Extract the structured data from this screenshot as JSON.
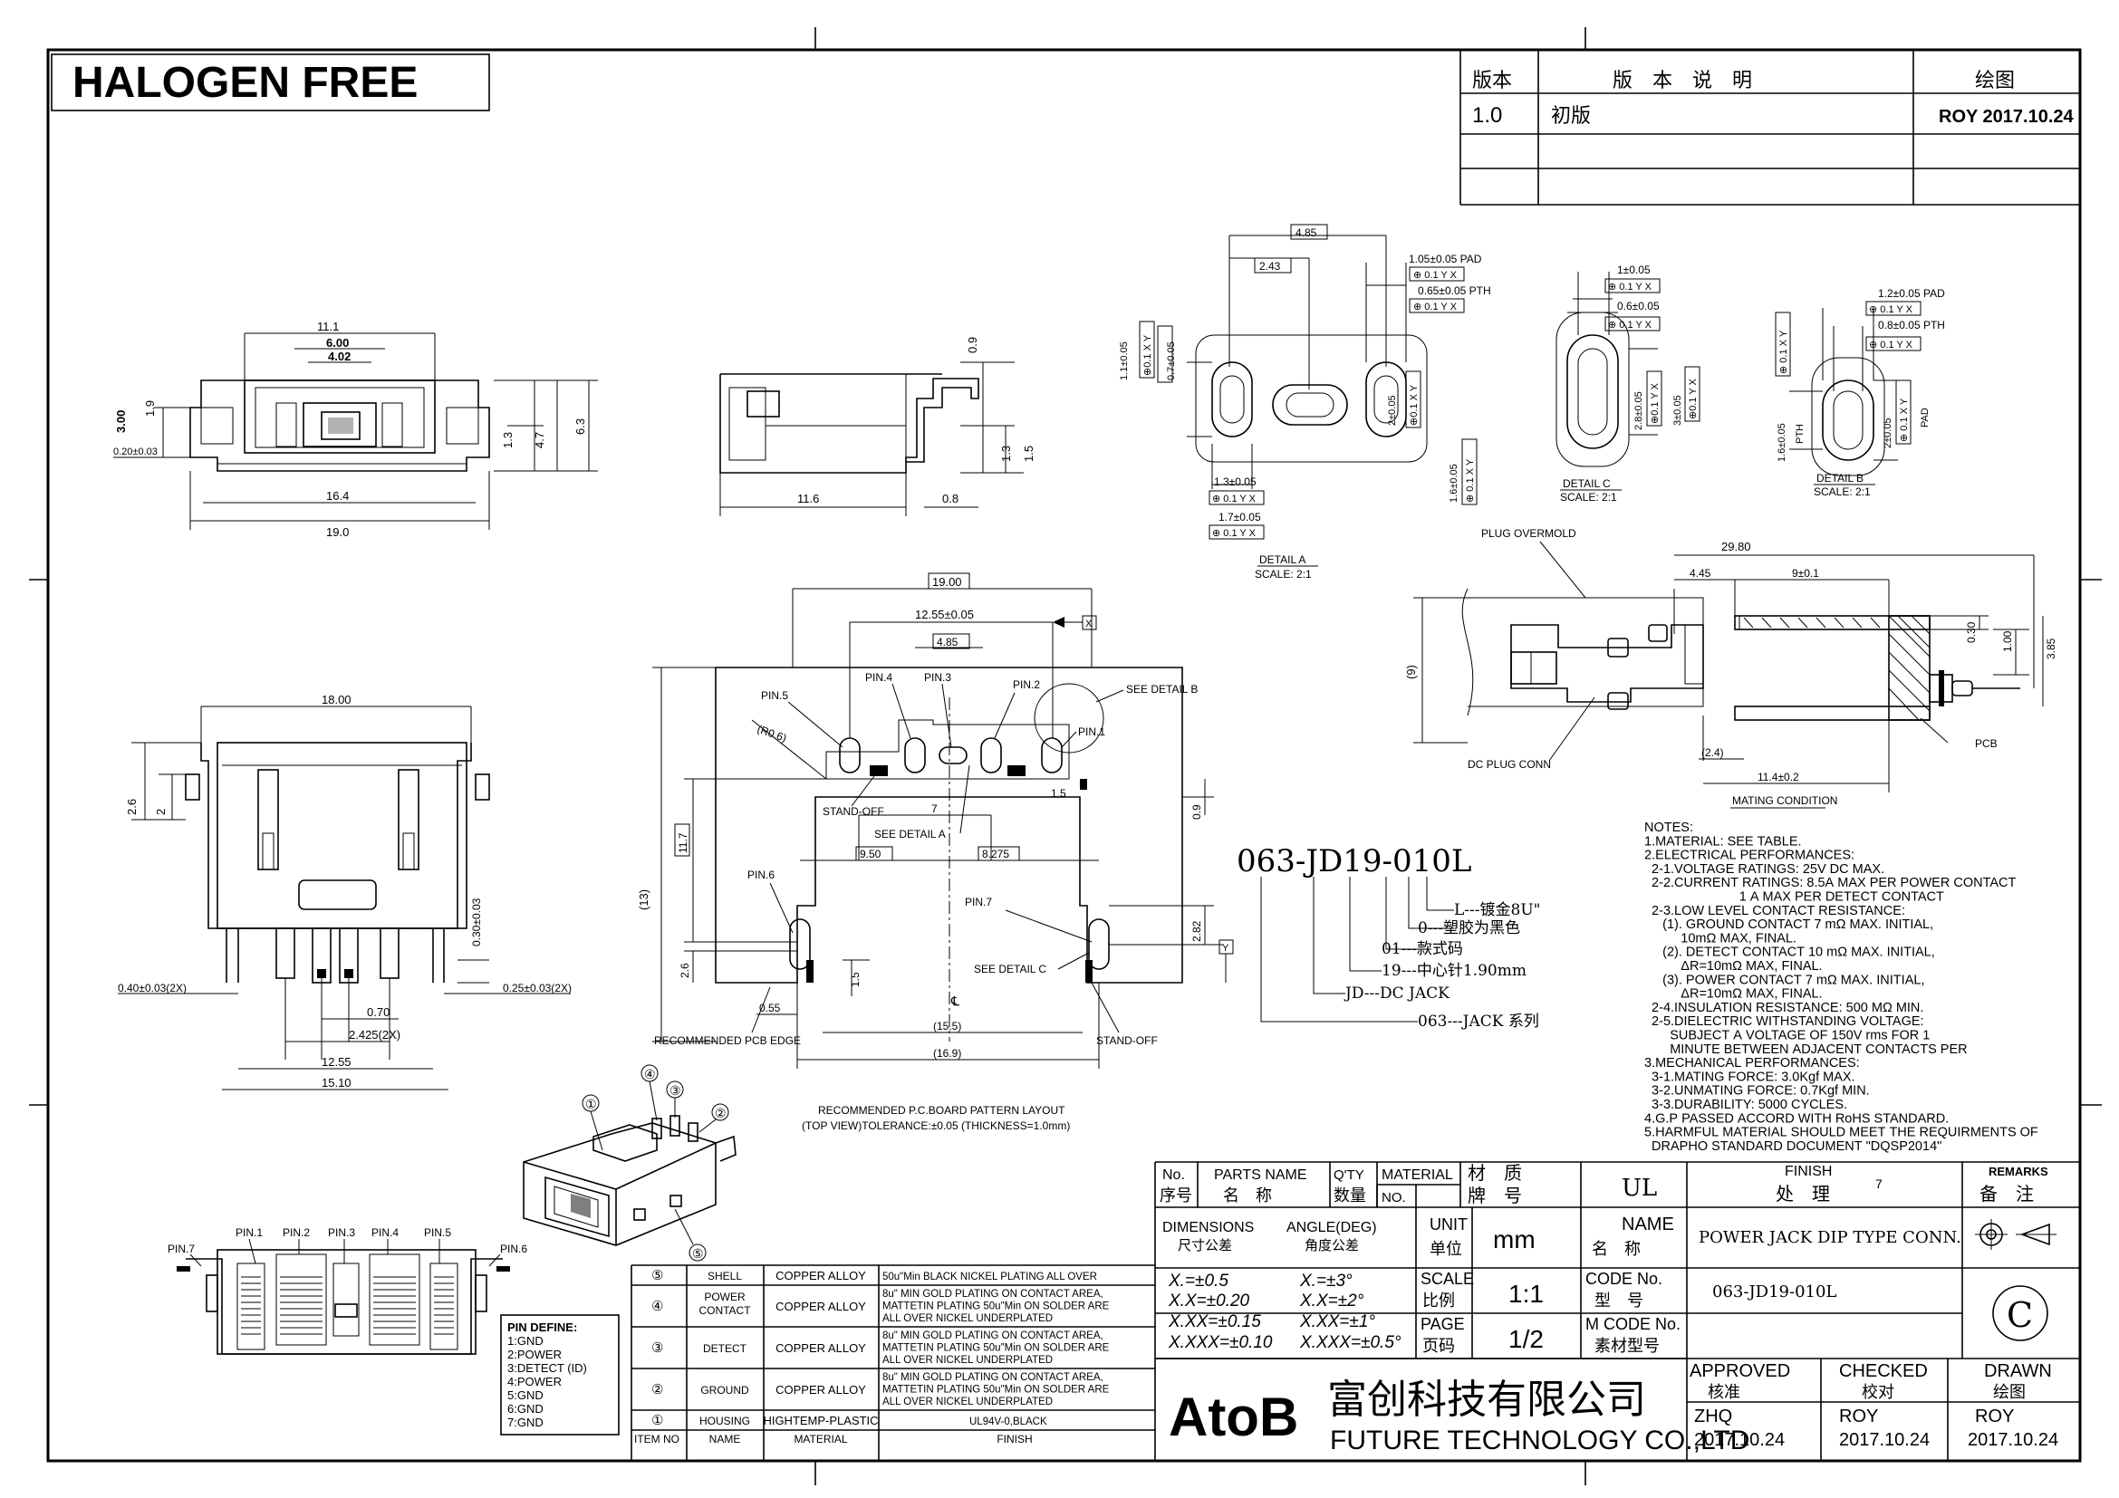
{
  "header": {
    "halogen": "HALOGEN FREE",
    "rev_table": {
      "col_ver": "版本",
      "col_desc": "版　本　说　明",
      "col_drawn": "绘图",
      "ver": "1.0",
      "desc": "初版",
      "drawn": "ROY 2017.10.24"
    }
  },
  "front": {
    "d_11_1": "11.1",
    "d_6_00": "6.00",
    "d_4_02": "4.02",
    "d_3_00": "3.00",
    "d_1_9": "1.9",
    "d_0_20": "0.20±0.03",
    "d_1_3": "1.3",
    "d_4_7": "4.7",
    "d_6_3": "6.3",
    "d_16_4": "16.4",
    "d_19_0": "19.0"
  },
  "side": {
    "d_0_9": "0.9",
    "d_1_3": "1.3",
    "d_1_5": "1.5",
    "d_11_6": "11.6",
    "d_0_8": "0.8"
  },
  "detailA": {
    "d_4_85": "4.85",
    "d_2_43": "2.43",
    "pad1": "1.05±0.05 PAD",
    "pth1": "0.65±0.05 PTH",
    "tol": "0.1",
    "y": "Y",
    "x": "X",
    "v1": "1.1±0.05",
    "v2": "0.7±0.05",
    "v3": "2±0.05",
    "v4": "1.6±0.05",
    "h1": "1.3±0.05",
    "h2": "1.7±0.05",
    "title": "DETAIL A",
    "scale": "SCALE: 2:1"
  },
  "detailC": {
    "d_1": "1±0.05",
    "d_06": "0.6±0.05",
    "v1": "2.8±0.05",
    "v2": "3±0.05",
    "title": "DETAIL C",
    "scale": "SCALE: 2:1"
  },
  "detailB": {
    "pad": "1.2±0.05 PAD",
    "pth": "0.8±0.05 PTH",
    "v1": "1.6±0.05",
    "v2": "2±0.05",
    "pth_v": "PTH",
    "pad_v": "PAD",
    "title": "DETAIL B",
    "scale": "SCALE: 2:1"
  },
  "bottom": {
    "d_18": "18.00",
    "d_2_6": "2.6",
    "d_2": "2",
    "d_030": "0.30±0.03",
    "d_040": "0.40±0.03(2X)",
    "d_025": "0.25±0.03(2X)",
    "d_070": "0.70",
    "d_2425": "2.425(2X)",
    "d_1255": "12.55",
    "d_1510": "15.10"
  },
  "pcb": {
    "d_19": "19.00",
    "d_1255": "12.55±0.05",
    "d_485": "4.85",
    "x": "X",
    "y": "Y",
    "pin1": "PIN.1",
    "pin2": "PIN.2",
    "pin3": "PIN.3",
    "pin4": "PIN.4",
    "pin5": "PIN.5",
    "pin6": "PIN.6",
    "pin7": "PIN.7",
    "r06": "(R0.6)",
    "see_b": "SEE DETAIL B",
    "see_a": "SEE DETAIL A",
    "see_c": "SEE DETAIL C",
    "standoff": "STAND-OFF",
    "d_7": "7",
    "d_950": "9.50",
    "d_8275": "8.275",
    "d_15": "1.5",
    "d_117": "11.7",
    "d_13": "(13)",
    "d_09": "0.9",
    "d_282": "2.82",
    "d_26": "2.6",
    "d_055": "0.55",
    "d_155": "(15.5)",
    "d_169": "(16.9)",
    "cl": "℄",
    "rec_edge": "RECOMMENDED PCB EDGE",
    "cap1": "RECOMMENDED P.C.BOARD PATTERN LAYOUT",
    "cap2": "(TOP VIEW)TOLERANCE:±0.05 (THICKNESS=1.0mm)"
  },
  "mating": {
    "plug": "PLUG OVERMOLD",
    "d_2980": "29.80",
    "d_445": "4.45",
    "d_9": "9±0.1",
    "d_9p": "(9)",
    "d_030": "0.30",
    "d_100": "1.00",
    "d_385": "3.85",
    "d_24": "(2.4)",
    "d_114": "11.4±0.2",
    "dc": "DC PLUG CONN",
    "pcb": "PCB",
    "title": "MATING CONDITION"
  },
  "code": {
    "pn": "063-JD19-010L",
    "l1": "L---镀金8U\"",
    "l2": "0---塑胶为黑色",
    "l3": "01---款式码",
    "l4": "19---中心针1.90mm",
    "l5": "JD---DC JACK",
    "l6": "063---JACK 系列"
  },
  "notes": [
    "NOTES:",
    "1.MATERIAL: SEE TABLE.",
    "2.ELECTRICAL PERFORMANCES:",
    "  2-1.VOLTAGE RATINGS: 25V DC MAX.",
    "  2-2.CURRENT RATINGS: 8.5A MAX PER POWER CONTACT",
    "                          1 A MAX PER DETECT CONTACT",
    "  2-3.LOW LEVEL CONTACT RESISTANCE:",
    "     (1). GROUND CONTACT 7 mΩ MAX. INITIAL,",
    "          10mΩ MAX, FINAL.",
    "     (2). DETECT CONTACT 10 mΩ MAX. INITIAL,",
    "          ΔR=10mΩ MAX, FINAL.",
    "     (3). POWER CONTACT 7 mΩ MAX. INITIAL,",
    "          ΔR=10mΩ MAX, FINAL.",
    "  2-4.INSULATION RESISTANCE: 500 MΩ MIN.",
    "  2-5.DIELECTRIC WITHSTANDING VOLTAGE:",
    "       SUBJECT A VOLTAGE OF 150V rms FOR 1",
    "       MINUTE BETWEEN ADJACENT CONTACTS PER",
    "3.MECHANICAL PERFORMANCES:",
    "  3-1.MATING FORCE: 3.0Kgf MAX.",
    "  3-2.UNMATING FORCE: 0.7Kgf MIN.",
    "  3-3.DURABILITY: 5000 CYCLES.",
    "4.G.P PASSED ACCORD WITH RoHS STANDARD.",
    "5.HARMFUL MATERIAL SHOULD MEET THE REQUIRMENTS OF",
    "  DRAPHO STANDARD DOCUMENT \"DQSP2014\""
  ],
  "iso": {
    "c1": "①",
    "c2": "②",
    "c3": "③",
    "c4": "④",
    "c5": "⑤"
  },
  "pinview": {
    "p1": "PIN.1",
    "p2": "PIN.2",
    "p3": "PIN.3",
    "p4": "PIN.4",
    "p5": "PIN.5",
    "p6": "PIN.6",
    "p7": "PIN.7"
  },
  "pin_define": [
    "PIN DEFINE:",
    "1:GND",
    "2:POWER",
    "3:DETECT (ID)",
    "4:POWER",
    "5:GND",
    "6:GND",
    "7:GND"
  ],
  "bom": {
    "rows": [
      {
        "no": "⑤",
        "name": "SHELL",
        "mat": "COPPER ALLOY",
        "finish": [
          "50u\"Min BLACK NICKEL PLATING ALL OVER"
        ]
      },
      {
        "no": "④",
        "name": "POWER CONTACT",
        "mat": "COPPER ALLOY",
        "finish": [
          "8u\" MIN GOLD PLATING ON CONTACT AREA,",
          "MATTETIN PLATING 50u\"Min ON SOLDER ARE",
          "ALL OVER NICKEL UNDERPLATED"
        ]
      },
      {
        "no": "③",
        "name": "DETECT",
        "mat": "COPPER ALLOY",
        "finish": [
          "8u\" MIN GOLD PLATING ON CONTACT AREA,",
          "MATTETIN PLATING 50u\"Min ON SOLDER ARE",
          "ALL OVER NICKEL UNDERPLATED"
        ]
      },
      {
        "no": "②",
        "name": "GROUND",
        "mat": "COPPER ALLOY",
        "finish": [
          "8u\" MIN GOLD PLATING ON CONTACT AREA,",
          "MATTETIN PLATING 50u\"Min ON SOLDER ARE",
          "ALL OVER NICKEL UNDERPLATED"
        ]
      },
      {
        "no": "①",
        "name": "HOUSING",
        "mat": "HIGHTEMP-PLASTIC",
        "finish": [
          "UL94V-0,BLACK"
        ]
      }
    ],
    "hdr": {
      "no": "ITEM NO",
      "name": "NAME",
      "mat": "MATERIAL",
      "finish": "FINISH"
    }
  },
  "title_block": {
    "no": "No.",
    "no_cn": "序号",
    "parts": "PARTS NAME",
    "parts_cn": "名　称",
    "qty": "Q'TY",
    "qty_cn": "数量",
    "material": "MATERIAL",
    "mat_no": "NO.",
    "caizhi": "材　质",
    "paihao": "牌　号",
    "ul": "UL",
    "finish": "FINISH",
    "finish_cn": "处　理",
    "finish_7": "7",
    "remarks": "REMARKS",
    "remarks_cn": "备　注",
    "dims": "DIMENSIONS",
    "dims_cn": "尺寸公差",
    "angle": "ANGLE(DEG)",
    "angle_cn": "角度公差",
    "tol1": "X.=±0.5",
    "tol2": "X.X=±0.20",
    "tol3": "X.XX=±0.15",
    "tol4": "X.XXX=±0.10",
    "ang1": "X.=±3°",
    "ang2": "X.X=±2°",
    "ang3": "X.XX=±1°",
    "ang4": "X.XXX=±0.5°",
    "unit": "UNIT",
    "unit_cn": "单位",
    "mm": "mm",
    "scale": "SCALE",
    "scale_cn": "比例",
    "scale_v": "1:1",
    "page": "PAGE",
    "page_cn": "页码",
    "page_v": "1/2",
    "name": "NAME",
    "name_cn": "名　称",
    "name_v": "POWER JACK DIP TYPE CONN.",
    "code": "CODE No.",
    "code_cn": "型　号",
    "code_v": "063-JD19-010L",
    "mcode": "M CODE No.",
    "mcode_cn": "素材型号",
    "approved": "APPROVED",
    "approved_cn": "核准",
    "checked": "CHECKED",
    "checked_cn": "校对",
    "drawn": "DRAWN",
    "drawn_cn": "绘图",
    "ap_name": "ZHQ",
    "ap_date": "2017.10.24",
    "ck_name": "ROY",
    "ck_date": "2017.10.24",
    "dr_name": "ROY",
    "dr_date": "2017.10.24",
    "logo": "AtoB",
    "company_cn": "富创科技有限公司",
    "company_en": "FUTURE TECHNOLOGY CO.,LTD",
    "c_mark": "C"
  }
}
